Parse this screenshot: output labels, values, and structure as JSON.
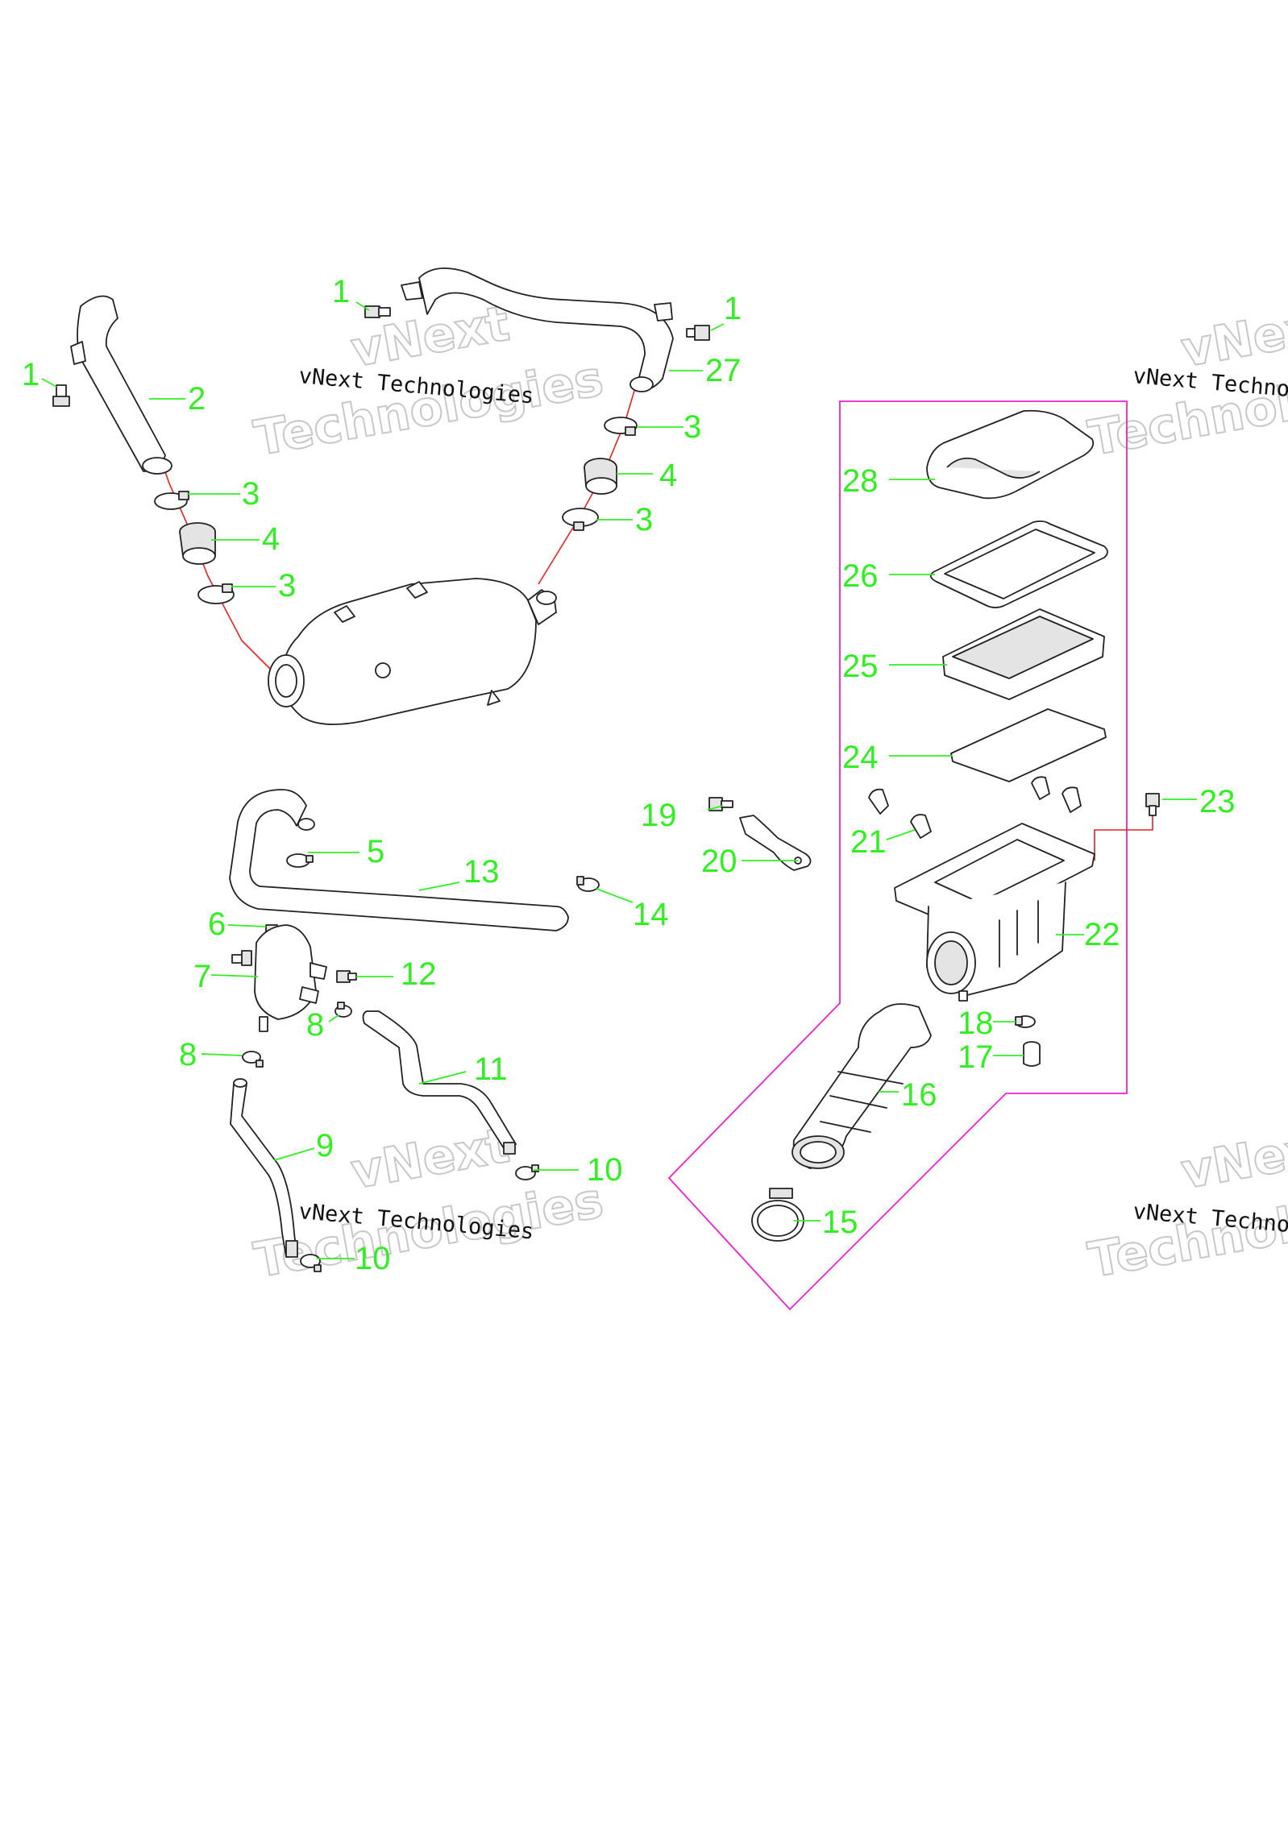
{
  "callouts": {
    "c1a": "1",
    "c1b": "1",
    "c1c": "1",
    "c2": "2",
    "c3a": "3",
    "c3b": "3",
    "c3c": "3",
    "c3d": "3",
    "c4a": "4",
    "c4b": "4",
    "c5": "5",
    "c6": "6",
    "c7": "7",
    "c8a": "8",
    "c8b": "8",
    "c9": "9",
    "c10a": "10",
    "c10b": "10",
    "c11": "11",
    "c12": "12",
    "c13": "13",
    "c14": "14",
    "c15": "15",
    "c16": "16",
    "c17": "17",
    "c18": "18",
    "c19": "19",
    "c20": "20",
    "c21": "21",
    "c22": "22",
    "c23": "23",
    "c24": "24",
    "c25": "25",
    "c26": "26",
    "c27": "27",
    "c28": "28"
  },
  "watermark": {
    "line1": "vNext Technologies",
    "big_top": "vNext",
    "big_bottom": "Technologies"
  },
  "colors": {
    "callout": "#33ee22",
    "assembly_line": "#e62222",
    "group_boundary": "#ee22cc"
  }
}
